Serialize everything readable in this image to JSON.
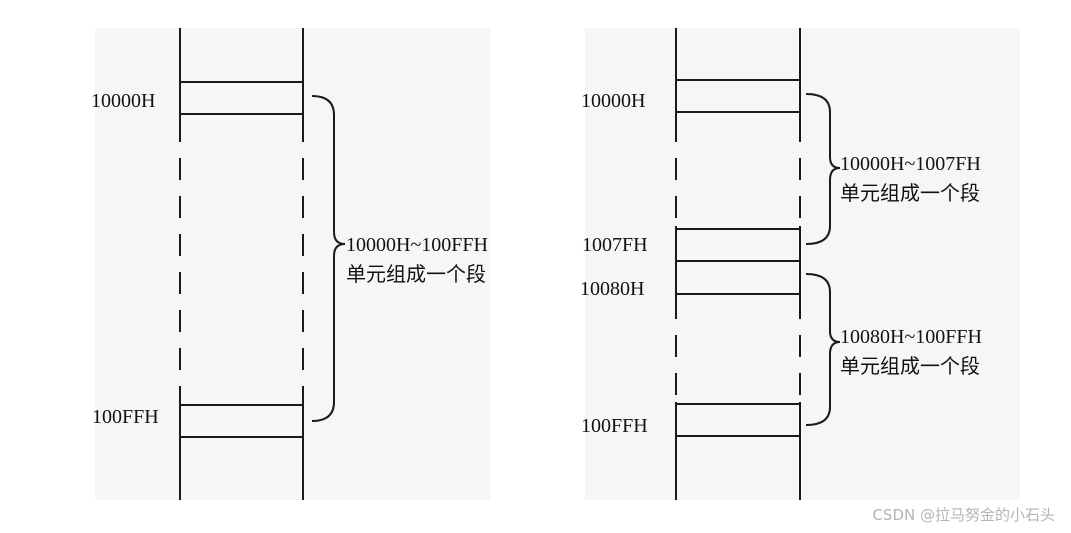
{
  "left_diagram": {
    "addresses": [
      "10000H",
      "100FFH"
    ],
    "segment": {
      "range": "10000H~100FFH",
      "caption": "单元组成一个段"
    }
  },
  "right_diagram": {
    "addresses": [
      "10000H",
      "1007FH",
      "10080H",
      "100FFH"
    ],
    "segments": [
      {
        "range": "10000H~1007FH",
        "caption": "单元组成一个段"
      },
      {
        "range": "10080H~100FFH",
        "caption": "单元组成一个段"
      }
    ]
  },
  "watermark": "CSDN @拉马努金的小石头",
  "colors": {
    "background": "#ffffff",
    "line": "#1a1a1a",
    "panel": "#f6f6f6",
    "watermark": "#b5b5b5"
  }
}
